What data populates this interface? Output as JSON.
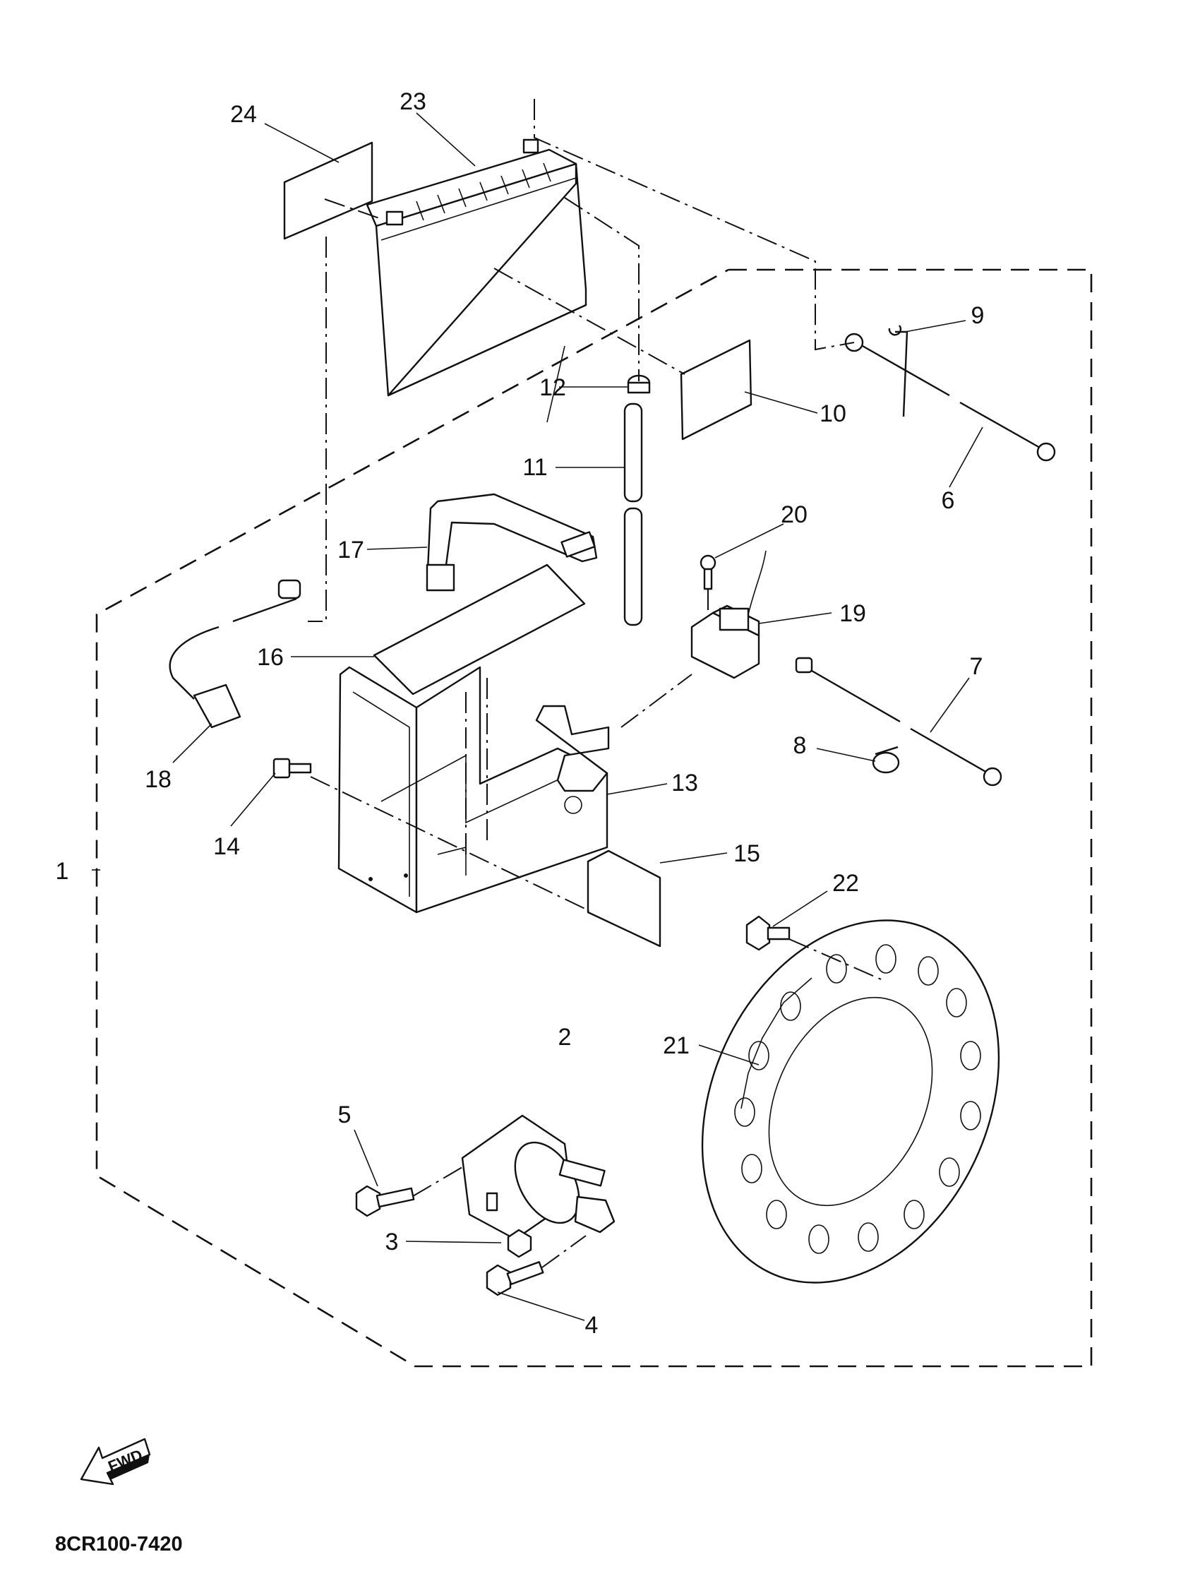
{
  "diagram_code": "8CR100-7420",
  "fwd_label": "FWD",
  "callouts": [
    "1",
    "2",
    "3",
    "4",
    "5",
    "6",
    "7",
    "8",
    "9",
    "10",
    "11",
    "12",
    "13",
    "14",
    "15",
    "16",
    "17",
    "18",
    "19",
    "20",
    "21",
    "22",
    "23",
    "24"
  ]
}
